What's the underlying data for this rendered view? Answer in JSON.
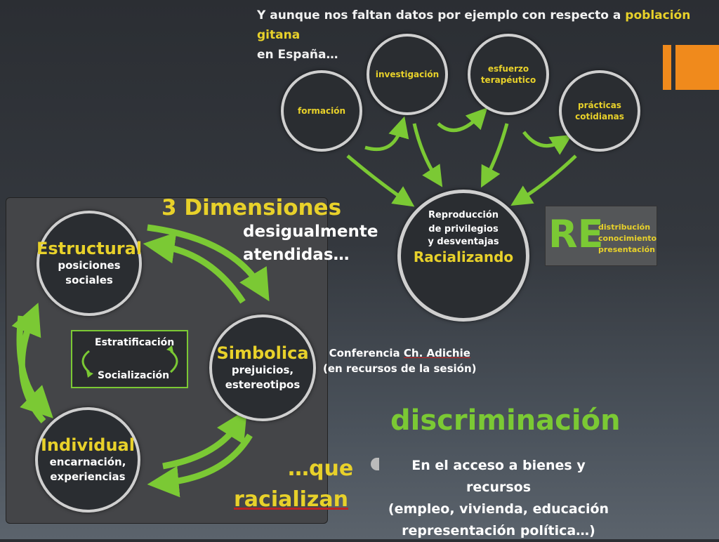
{
  "intro": {
    "text_before": "Y aunque nos faltan datos por ejemplo con respecto a ",
    "highlight": "población gitana",
    "text_after": "en España…"
  },
  "top_circles": [
    {
      "label": "formación"
    },
    {
      "label": "investigación"
    },
    {
      "label": "esfuerzo terapéutico"
    },
    {
      "label": "prácticas cotidianas"
    }
  ],
  "center_circle": {
    "line1": "Reproducción",
    "line2": "de privilegios",
    "line3": "y desventajas",
    "head": "Racializando"
  },
  "re_box": {
    "big": "RE",
    "items": [
      "distribución",
      "conocimiento",
      "presentación"
    ]
  },
  "dimensions": {
    "title": "3 Dimensiones",
    "sub1": "desigualmente",
    "sub2": "atendidas…",
    "estructural": {
      "head": "Estructural",
      "sub1": "posiciones",
      "sub2": "sociales"
    },
    "simbolica": {
      "head": "Simbolica",
      "sub1": "prejuicios,",
      "sub2": "estereotipos"
    },
    "individual": {
      "head": "Individual",
      "sub1": "encarnación,",
      "sub2": "experiencias"
    },
    "box": {
      "top": "Estratificación",
      "bottom": "Socialización"
    },
    "que": "…que",
    "racializan": "racializan"
  },
  "conference": {
    "line1_a": "Conferencia ",
    "line1_b": "Ch. Adichie",
    "line2": "(en recursos de la sesión)"
  },
  "discriminacion": {
    "title": "discriminación",
    "line1": "En el acceso a bienes y recursos",
    "line2": "(empleo, vivienda, educación",
    "line3": "representación política…)"
  },
  "colors": {
    "accent_yellow": "#e8d12a",
    "accent_green": "#7bc934",
    "orange": "#f08a1c"
  }
}
